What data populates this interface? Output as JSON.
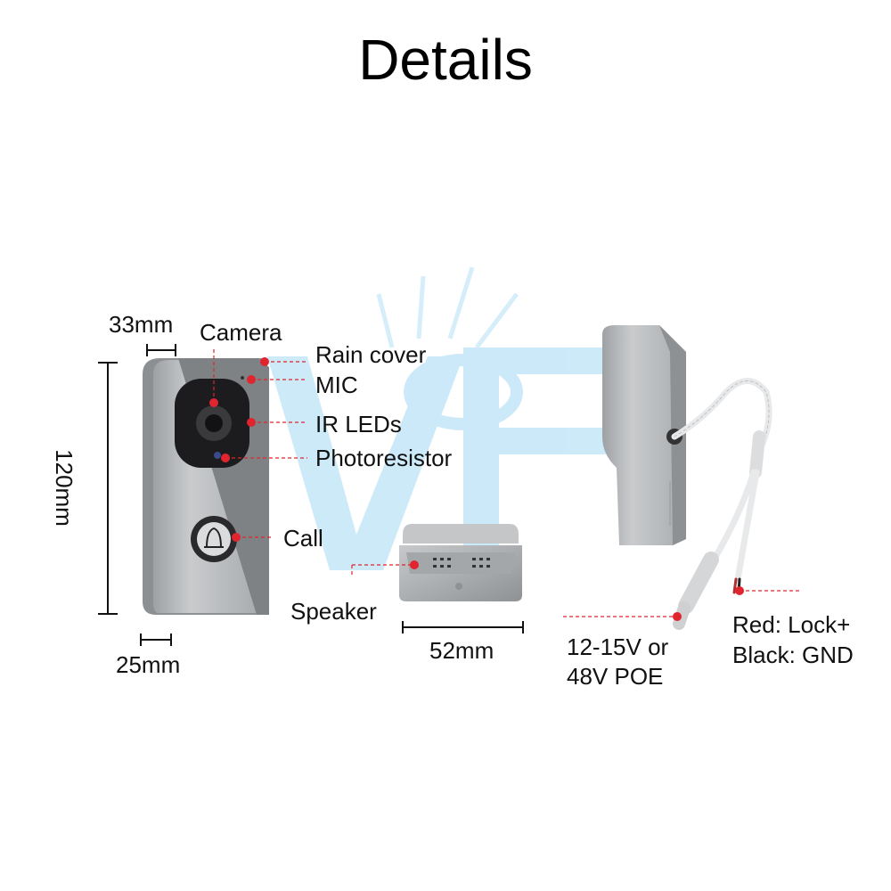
{
  "title": "Details",
  "labels": {
    "camera": "Camera",
    "rain_cover": "Rain cover",
    "mic": "MIC",
    "ir_leds": "IR LEDs",
    "photoresistor": "Photoresistor",
    "call": "Call",
    "speaker": "Speaker",
    "power_line1": "12-15V or",
    "power_line2": "48V POE",
    "red_wire": "Red: Lock+",
    "black_wire": "Black: GND"
  },
  "dimensions": {
    "top_width": "33mm",
    "height": "120mm",
    "bottom_depth": "25mm",
    "speaker_width": "52mm"
  },
  "colors": {
    "callout": "#e0252f",
    "body_silver": "#b9bcbf",
    "watermark": "#bfe4f7"
  }
}
